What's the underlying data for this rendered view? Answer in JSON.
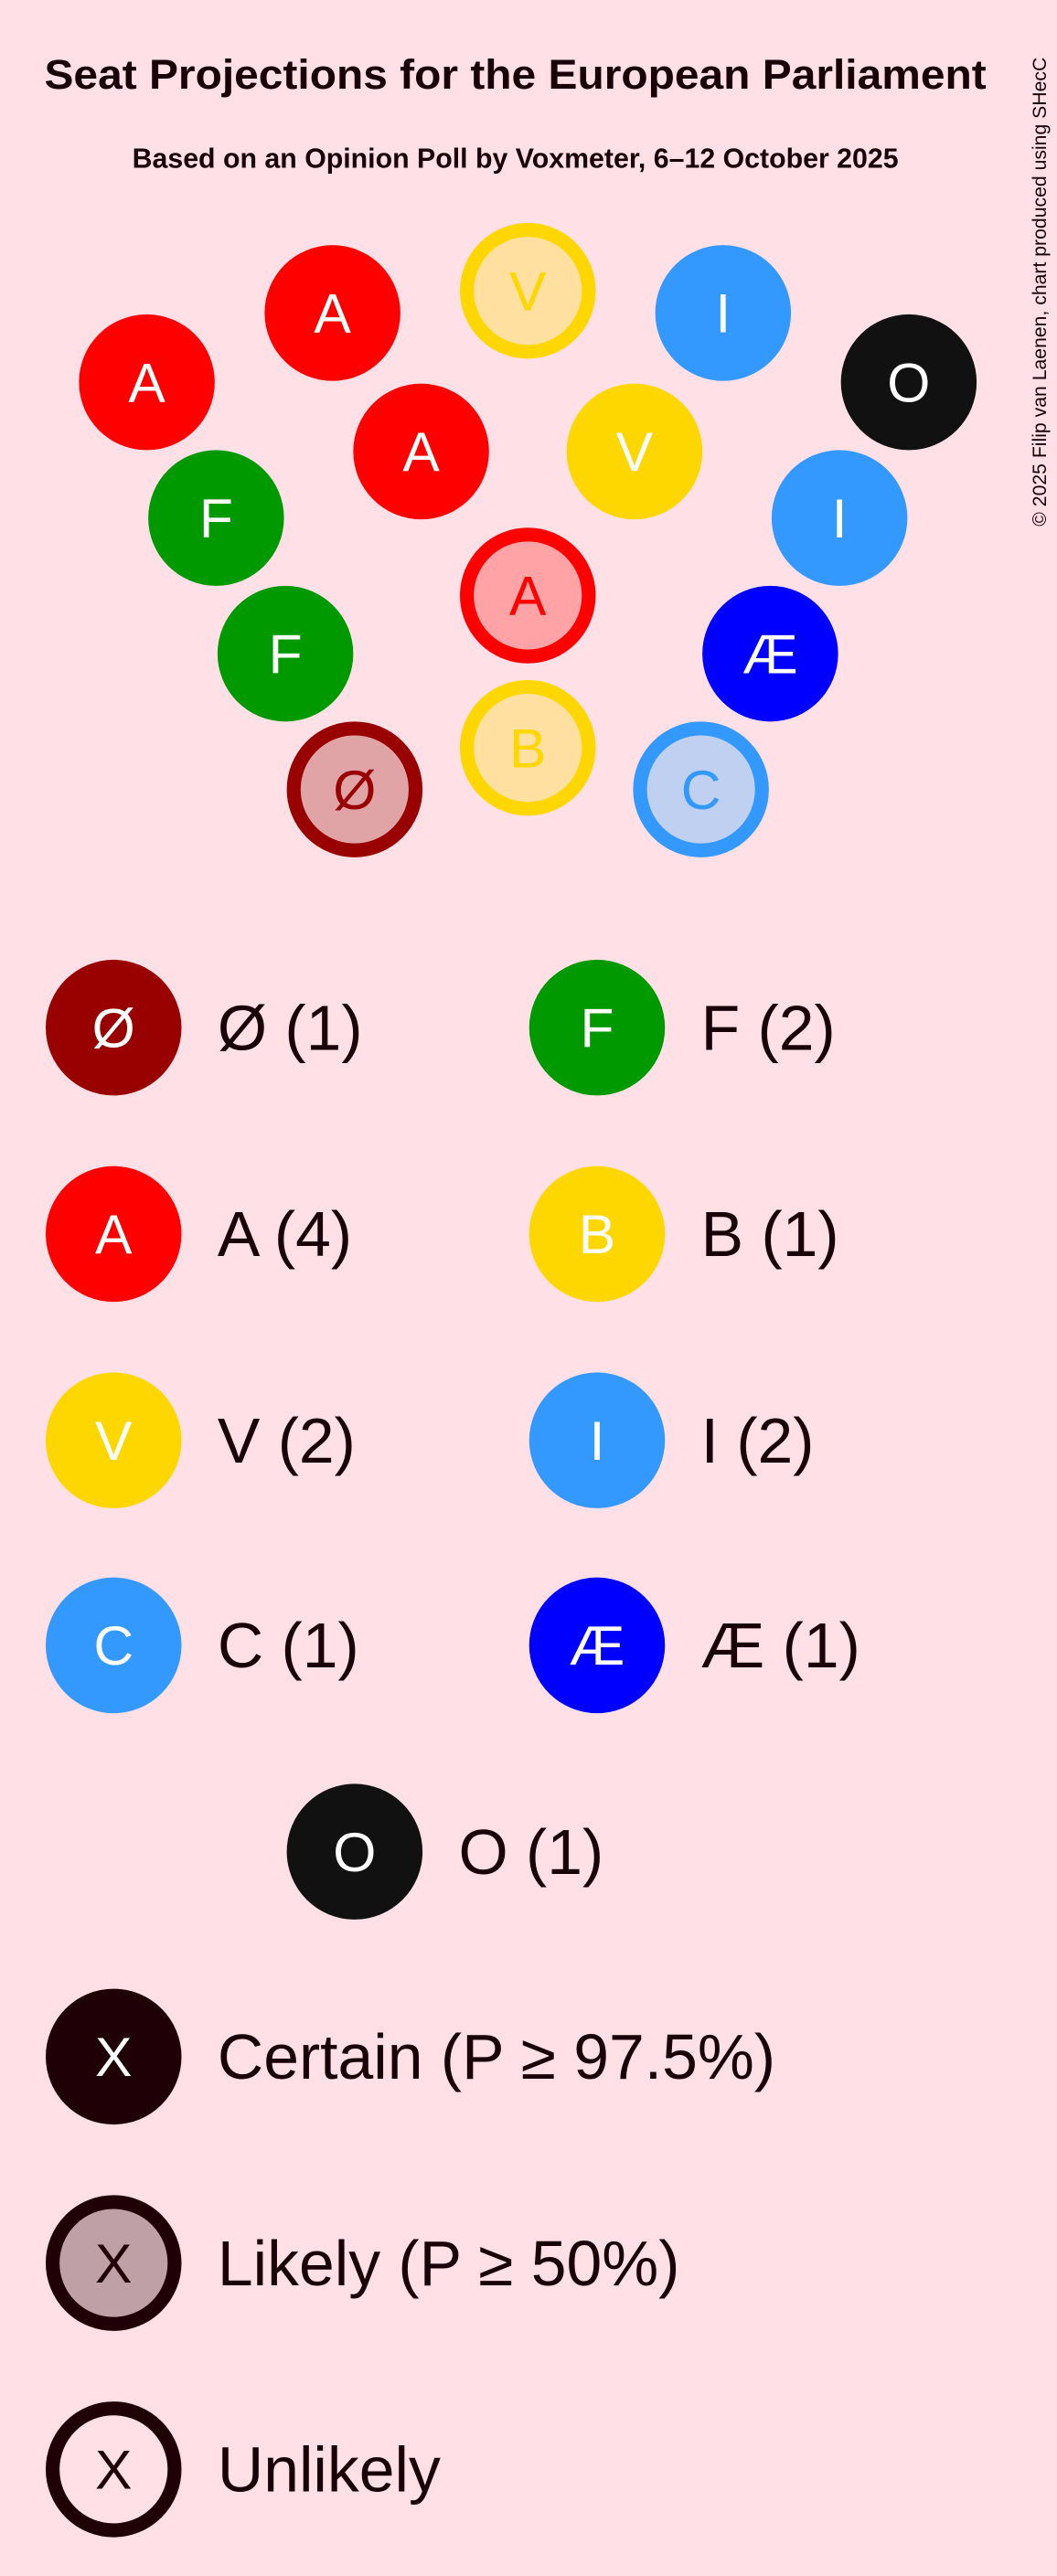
{
  "chart_data": {
    "type": "parliament",
    "title": "Seat Projections for the European Parliament",
    "subtitle": "Based on an Opinion Poll by Voxmeter, 6–12 October 2025",
    "copyright": "© 2025 Filip van Laenen, chart produced using SHecC",
    "seats": [
      {
        "party": "A",
        "status": "certain"
      },
      {
        "party": "A",
        "status": "certain"
      },
      {
        "party": "V",
        "status": "likely"
      },
      {
        "party": "I",
        "status": "certain"
      },
      {
        "party": "O",
        "status": "certain"
      },
      {
        "party": "A",
        "status": "certain"
      },
      {
        "party": "V",
        "status": "certain"
      },
      {
        "party": "F",
        "status": "certain"
      },
      {
        "party": "I",
        "status": "certain"
      },
      {
        "party": "A",
        "status": "likely"
      },
      {
        "party": "F",
        "status": "certain"
      },
      {
        "party": "Æ",
        "status": "certain"
      },
      {
        "party": "Ø",
        "status": "likely"
      },
      {
        "party": "B",
        "status": "likely"
      },
      {
        "party": "C",
        "status": "likely"
      }
    ],
    "parties": [
      {
        "letter": "Ø",
        "label": "Ø (1)",
        "seats": 1,
        "color": "#990000",
        "light": "#e0a3a6"
      },
      {
        "letter": "F",
        "label": "F (2)",
        "seats": 2,
        "color": "#009900",
        "light": "#a0d8a0"
      },
      {
        "letter": "A",
        "label": "A (4)",
        "seats": 4,
        "color": "#ff0000",
        "light": "#ffa3a6"
      },
      {
        "letter": "B",
        "label": "B (1)",
        "seats": 1,
        "color": "#ffd700",
        "light": "#ffe0a0"
      },
      {
        "letter": "V",
        "label": "V (2)",
        "seats": 2,
        "color": "#ffd700",
        "light": "#ffe0a0"
      },
      {
        "letter": "I",
        "label": "I (2)",
        "seats": 2,
        "color": "#3399ff",
        "light": "#c0d0f0"
      },
      {
        "letter": "C",
        "label": "C (1)",
        "seats": 1,
        "color": "#3399ff",
        "light": "#c0d0f0"
      },
      {
        "letter": "Æ",
        "label": "Æ (1)",
        "seats": 1,
        "color": "#0000ff",
        "light": "#a0a0ff"
      },
      {
        "letter": "O",
        "label": "O (1)",
        "seats": 1,
        "color": "#111111",
        "light": "#a0a0a0"
      }
    ],
    "status_legend": [
      {
        "letter": "X",
        "label": "Certain (P ≥ 97.5%)",
        "status": "certain"
      },
      {
        "letter": "X",
        "label": "Likely (P ≥ 50%)",
        "status": "likely"
      },
      {
        "letter": "X",
        "label": "Unlikely",
        "status": "unlikely"
      }
    ],
    "status_legend_color": "#1f0006",
    "status_legend_light": "#bfa0a6",
    "background": "#ffe0e6"
  }
}
